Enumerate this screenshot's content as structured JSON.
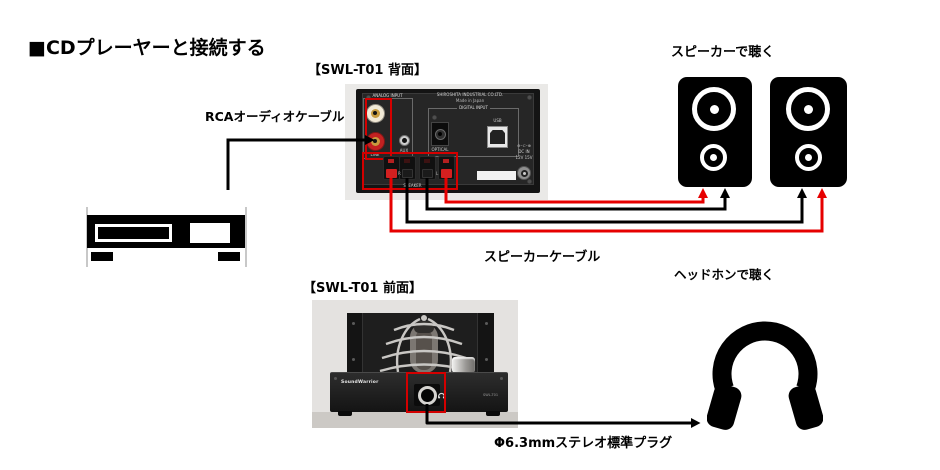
{
  "title": "■CDプレーヤーと接続する",
  "labels": {
    "rear_panel": "【SWL-T01 背面】",
    "front_panel": "【SWL-T01 前面】",
    "rca_cable": "RCAオーディオケーブル",
    "listen_speakers": "スピーカーで聴く",
    "speaker_cable": "スピーカーケーブル",
    "listen_headphones": "ヘッドホンで聴く",
    "plug": "Φ6.3mmステレオ標準プラグ"
  },
  "rear_panel": {
    "brand_line1": "SHIROSHITA INDUSTRIAL CO.LTD.",
    "brand_line2": "Made in Japan",
    "analog_input_label": "ANALOG INPUT",
    "line_label": "LINE",
    "aux_label": "AUX",
    "digital_input_label": "DIGITAL INPUT",
    "optical_label": "OPTICAL",
    "usb_label": "USB",
    "polarity": "⊖–⊂–⊕",
    "dc_in_label": "DC IN",
    "dc_volt_label": "12V 15V",
    "speaker_label": "SPEAKER",
    "right_channel": "R",
    "left_channel": "L"
  },
  "front_panel": {
    "brand_logo": "SoundWarrior",
    "model_label": "SWL-T01"
  },
  "colors": {
    "wire_red": "#e60000",
    "wire_black": "#000000",
    "highlight_red": "#d40000"
  },
  "icons": {
    "cd_player": "cd-player pictogram (css rectangles)",
    "speaker": "loudspeaker pictogram (white rings on black box)",
    "headphones": "headphones pictogram (svg arc + ear pads)"
  }
}
